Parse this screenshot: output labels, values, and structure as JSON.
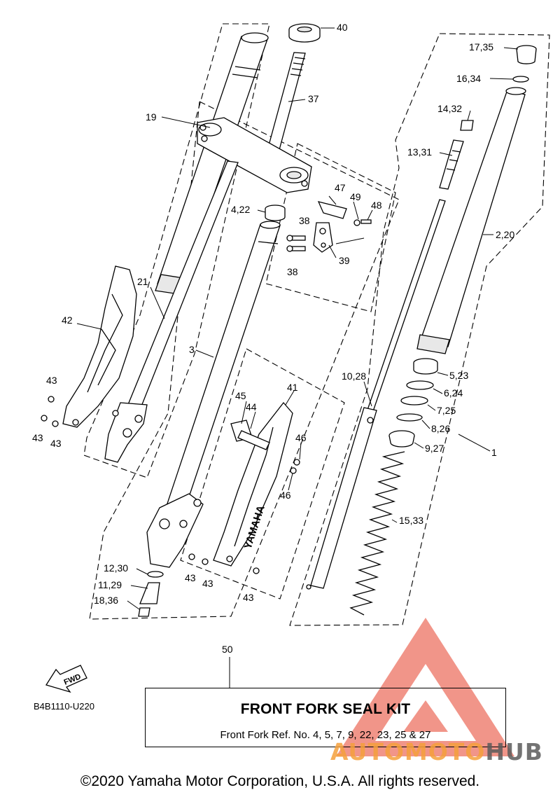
{
  "callouts": {
    "c40": "40",
    "c37": "37",
    "c19": "19",
    "c17_35": "17,35",
    "c16_34": "16,34",
    "c14_32": "14,32",
    "c13_31": "13,31",
    "c47": "47",
    "c49": "49",
    "c48": "48",
    "c4_22": "4,22",
    "c38a": "38",
    "c38b": "38",
    "c39": "39",
    "c2_20": "2,20",
    "c21": "21",
    "c42": "42",
    "c3": "3",
    "c10_28": "10,28",
    "c5_23": "5,23",
    "c6_24": "6,24",
    "c7_25": "7,25",
    "c8_26": "8,26",
    "c9_27": "9,27",
    "c1": "1",
    "c41": "41",
    "c45": "45",
    "c44": "44",
    "c46a": "46",
    "c46b": "46",
    "c43a": "43",
    "c43b": "43",
    "c43c": "43",
    "c43d": "43",
    "c43e": "43",
    "c43f": "43",
    "c15_33": "15,33",
    "c12_30": "12,30",
    "c11_29": "11,29",
    "c18_36": "18,36",
    "c50": "50"
  },
  "fwd_label": "FWD",
  "brand_stamp": "YAMAHA",
  "diagram_code": "B4B1110-U220",
  "kit": {
    "title": "FRONT FORK SEAL KIT",
    "description": "Front Fork Ref. No. 4, 5, 7, 9, 22, 23, 25 & 27"
  },
  "copyright": "©2020 Yamaha Motor Corporation, U.S.A. All rights reserved.",
  "watermark": {
    "part1": "AUTOMOTO",
    "part2": "HUB"
  },
  "colors": {
    "line": "#000000",
    "watermark_red": "#e8503c",
    "watermark_orange": "#f5a03c",
    "watermark_gray": "#5a5a5a"
  }
}
